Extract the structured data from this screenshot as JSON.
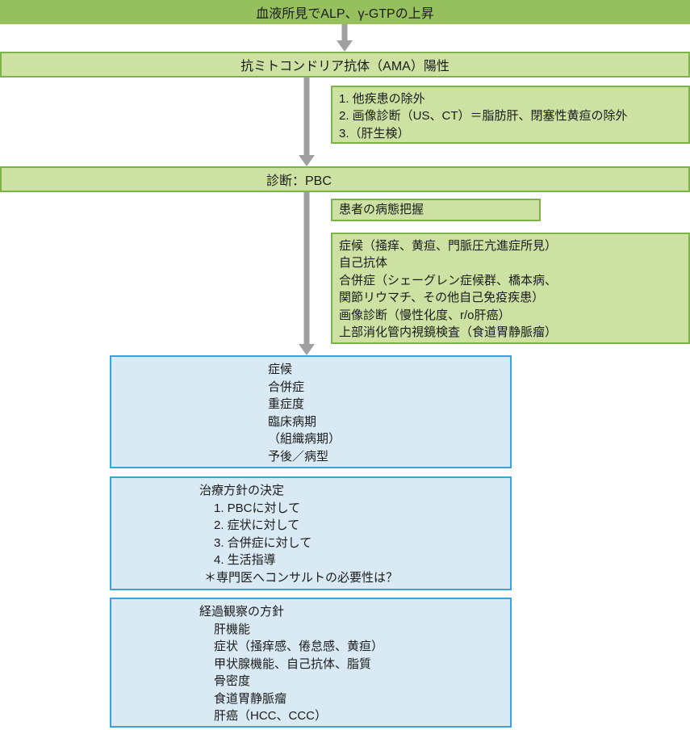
{
  "colors": {
    "green_solid": "#96c05e",
    "green_light": "#cde2a2",
    "green_border": "#7db44a",
    "blue_light": "#d9eaf5",
    "blue_border": "#3ca3d5",
    "arrow": "#a0a0a0",
    "text": "#1b1b1b"
  },
  "flow": {
    "step1": "血液所見でALP、γ-GTPの上昇",
    "step2": "抗ミトコンドリア抗体（AMA）陽性",
    "exclusion": {
      "lines": [
        "1. 他疾患の除外",
        "2. 画像診断（US、CT）＝脂肪肝、閉塞性黄疸の除外",
        "3.（肝生検）"
      ]
    },
    "step3": "診断：PBC",
    "assessment_title": "患者の病態把握",
    "assessment": {
      "lines": [
        "症候（掻痒、黄疸、門脈圧亢進症所見）",
        "自己抗体",
        "合併症（シェーグレン症候群、橋本病、",
        "関節リウマチ、その他自己免疫疾患）",
        "画像診断（慢性化度、r/o肝癌）",
        "上部消化管内視鏡検査（食道胃静脈瘤）"
      ]
    },
    "staging": {
      "lines": [
        "症候",
        "合併症",
        "重症度",
        "臨床病期",
        "（組織病期）",
        "予後／病型"
      ]
    },
    "treatment": {
      "title": "治療方針の決定",
      "items": [
        "1. PBCに対して",
        "2. 症状に対して",
        "3. 合併症に対して",
        "4. 生活指導"
      ],
      "note": "＊専門医へコンサルトの必要性は？"
    },
    "followup": {
      "title": "経過観察の方針",
      "items": [
        "肝機能",
        "症状（掻痒感、倦怠感、黄疸）",
        "甲状腺機能、自己抗体、脂質",
        "骨密度",
        "食道胃静脈瘤",
        "肝癌（HCC、CCC）"
      ]
    }
  }
}
